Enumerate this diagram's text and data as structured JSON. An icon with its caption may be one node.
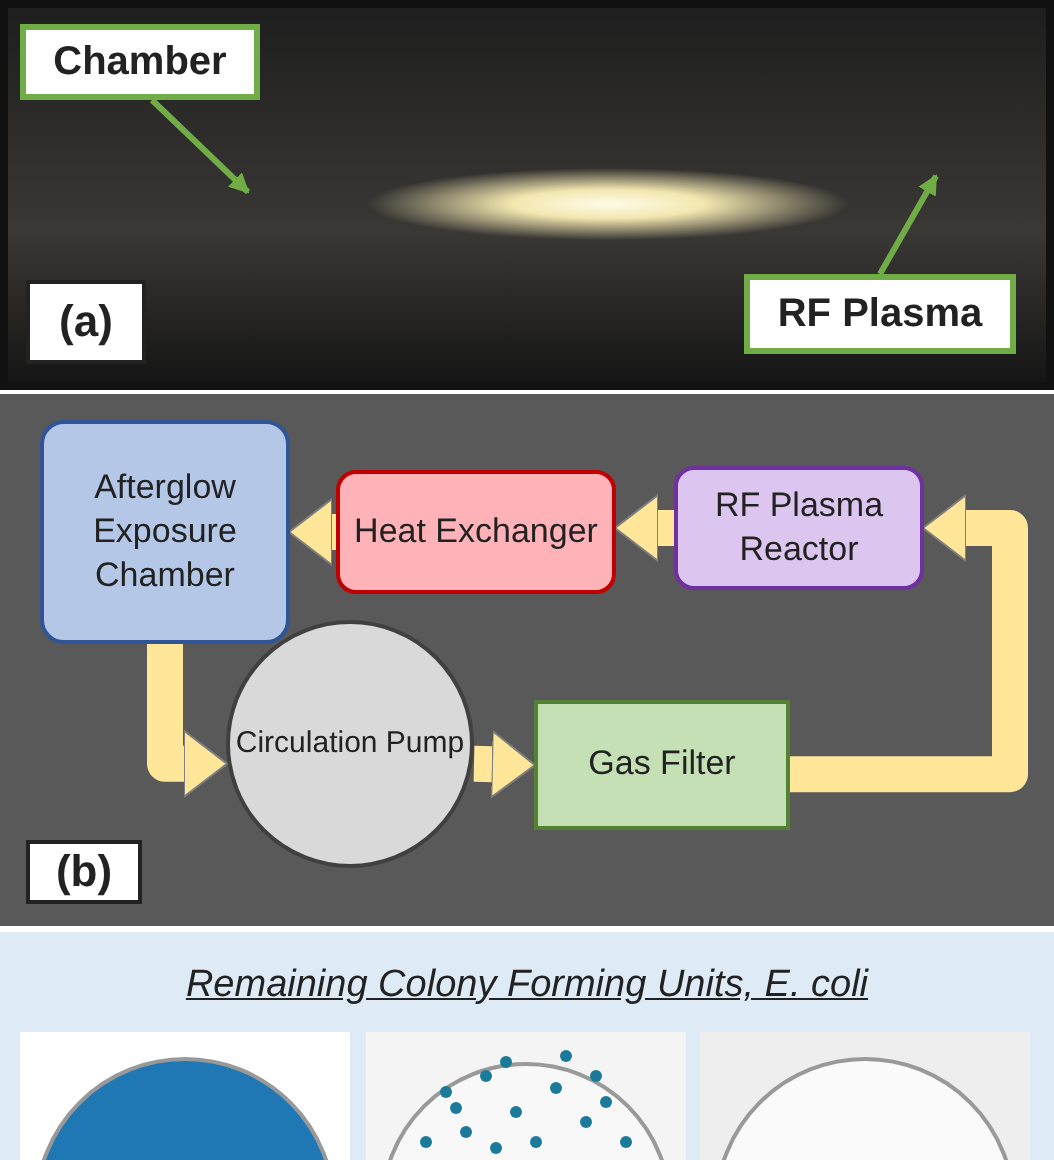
{
  "diagram": {
    "nodes": [
      {
        "text": [],
        "shape": "picture"
      },
      {
        "text": [
          "Chamber"
        ],
        "in": 0
      },
      {
        "text": [
          "RF Plasma"
        ],
        "in": 0
      },
      {
        "text": [
          "(a)"
        ],
        "in": 0
      },
      {
        "text": [
          "Afterglow Exposure Chamber"
        ]
      },
      {
        "text": [
          "Heat Exchanger"
        ]
      },
      {
        "text": [
          "RF Plasma Reactor"
        ]
      },
      {
        "text": [
          "Circulation Pump"
        ]
      },
      {
        "text": [
          "Gas Filter"
        ]
      },
      {
        "text": [
          "(b)"
        ]
      }
    ],
    "edges": [
      {
        "from": 1,
        "to": null,
        "arrow": "to",
        "color": "#70ad47"
      },
      {
        "from": 2,
        "to": null,
        "arrow": "to",
        "color": "#70ad47"
      },
      {
        "from": 6,
        "to": 5,
        "arrow": "to"
      },
      {
        "from": 5,
        "to": 4,
        "arrow": "to"
      },
      {
        "from": 4,
        "to": 7,
        "arrow": "to"
      },
      {
        "from": 7,
        "to": 8,
        "arrow": "to"
      },
      {
        "from": 8,
        "to": 6,
        "arrow": "to"
      }
    ],
    "labels": [
      "Remaining Colony Forming Units, E. coli"
    ]
  }
}
